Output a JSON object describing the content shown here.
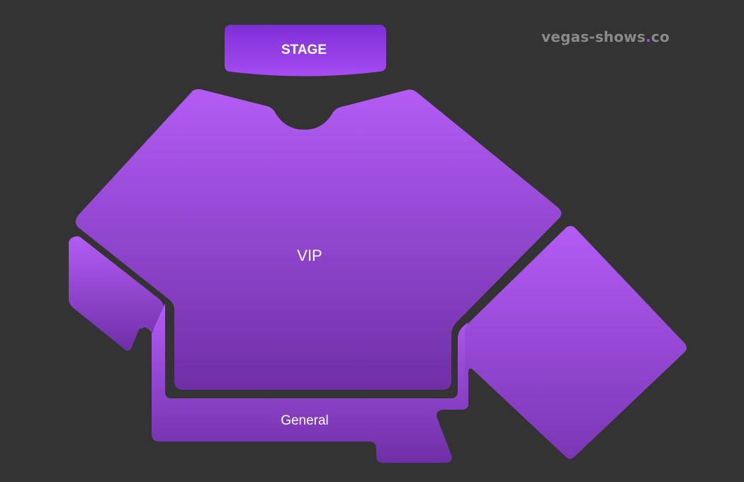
{
  "brand": {
    "name": "vegas-shows",
    "dot": ".",
    "tld": "co"
  },
  "sections": {
    "stage": "STAGE",
    "vip": "VIP",
    "general": "General"
  },
  "colors": {
    "background": "#333333",
    "section_top": "#b35cf5",
    "section_bottom": "#6e2fa6",
    "stage_top": "#7d2fd6",
    "stage_bottom": "#a64cf2",
    "brand_text": "#8a8a8a",
    "brand_dot": "#a24ee0"
  }
}
